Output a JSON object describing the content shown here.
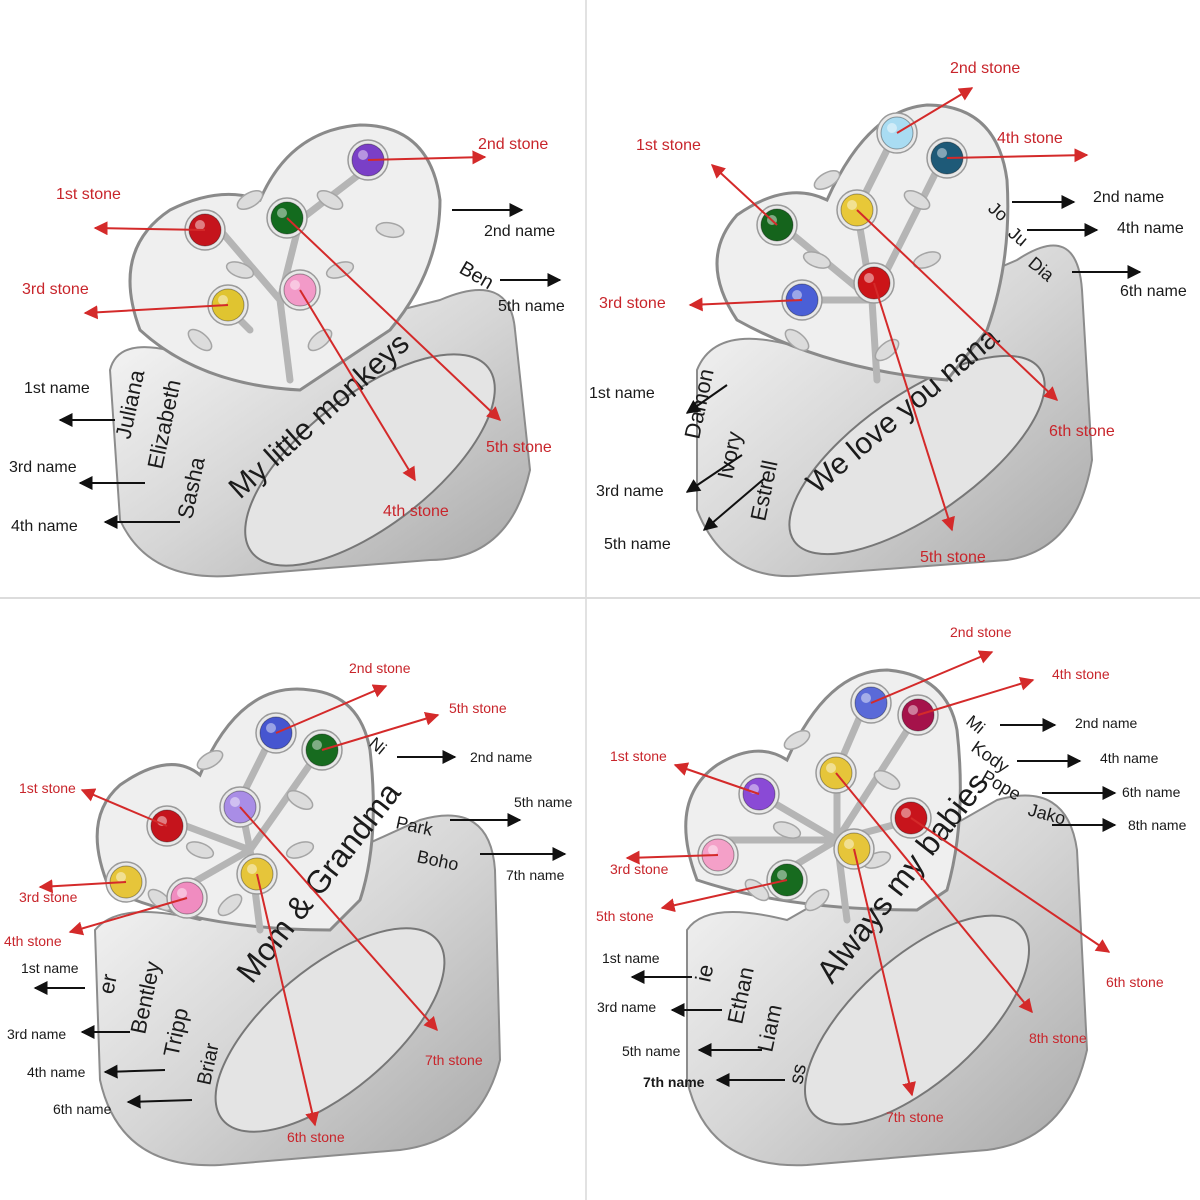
{
  "colors": {
    "stone_label": "#c8252b",
    "name_label": "#1a1a1a",
    "stone_arrow": "#d42a2a",
    "name_arrow": "#111111",
    "metal_light": "#f4f4f4",
    "metal_mid": "#cfcfcf",
    "metal_dark": "#9a9a9a"
  },
  "panels": [
    {
      "id": "top-left",
      "inner_engraving": "My little monkeys",
      "side_engravings": [
        "Juliana",
        "Elizabeth",
        "Sasha",
        "Ben"
      ],
      "stones": [
        {
          "label": "1st stone",
          "color": "#c5141c"
        },
        {
          "label": "2nd stone",
          "color": "#7a3fc7"
        },
        {
          "label": "3rd stone",
          "color": "#e0c430"
        },
        {
          "label": "4th stone",
          "color": "#f29ac8"
        },
        {
          "label": "5th stone",
          "color": "#136b1e"
        }
      ],
      "names": [
        "1st name",
        "2nd name",
        "3rd name",
        "4th name",
        "5th name"
      ]
    },
    {
      "id": "top-right",
      "inner_engraving": "We love you nana",
      "side_engravings": [
        "Damon",
        "Ivory",
        "Estrell",
        "Jo",
        "Ju",
        "Dia"
      ],
      "stones": [
        {
          "label": "1st stone",
          "color": "#15641c"
        },
        {
          "label": "2nd stone",
          "color": "#a9dcf2"
        },
        {
          "label": "3rd stone",
          "color": "#4a5fd6"
        },
        {
          "label": "4th stone",
          "color": "#1e5a78"
        },
        {
          "label": "5th stone",
          "color": "#cc1418"
        },
        {
          "label": "6th stone",
          "color": "#e8c838"
        }
      ],
      "names": [
        "1st name",
        "2nd name",
        "3rd name",
        "4th name",
        "5th name",
        "6th name"
      ]
    },
    {
      "id": "bottom-left",
      "inner_engraving": "Mom & Grandma",
      "side_engravings": [
        "er",
        "Bentley",
        "Tripp",
        "Briar",
        "Ni",
        "Park",
        "Boho"
      ],
      "stones": [
        {
          "label": "1st stone",
          "color": "#c5141c"
        },
        {
          "label": "2nd stone",
          "color": "#4656d0"
        },
        {
          "label": "3rd stone",
          "color": "#e6c53a"
        },
        {
          "label": "4th stone",
          "color": "#f08cc0"
        },
        {
          "label": "5th stone",
          "color": "#176b1f"
        },
        {
          "label": "6th stone",
          "color": "#e6c53a"
        },
        {
          "label": "7th stone",
          "color": "#a98de6"
        }
      ],
      "names": [
        "1st name",
        "2nd name",
        "3rd name",
        "4th name",
        "5th name",
        "6th name",
        "7th name"
      ]
    },
    {
      "id": "bottom-right",
      "inner_engraving": "Always my babies",
      "side_engravings": [
        "ie",
        "Ethan",
        "Liam",
        "ss",
        "Mi",
        "Kody",
        "Pope",
        "Jako"
      ],
      "stones": [
        {
          "label": "1st stone",
          "color": "#8a4ad6"
        },
        {
          "label": "2nd stone",
          "color": "#5a6ad8"
        },
        {
          "label": "3rd stone",
          "color": "#f4a0c8"
        },
        {
          "label": "4th stone",
          "color": "#a5124a"
        },
        {
          "label": "5th stone",
          "color": "#176b1f"
        },
        {
          "label": "6th stone",
          "color": "#c8141c"
        },
        {
          "label": "7th stone",
          "color": "#e6c53a"
        },
        {
          "label": "8th stone",
          "color": "#e6c53a"
        }
      ],
      "names": [
        "1st name",
        "2nd name",
        "3rd name",
        "4th name",
        "5th name",
        "6th name",
        "7th name",
        "8th name"
      ]
    }
  ]
}
